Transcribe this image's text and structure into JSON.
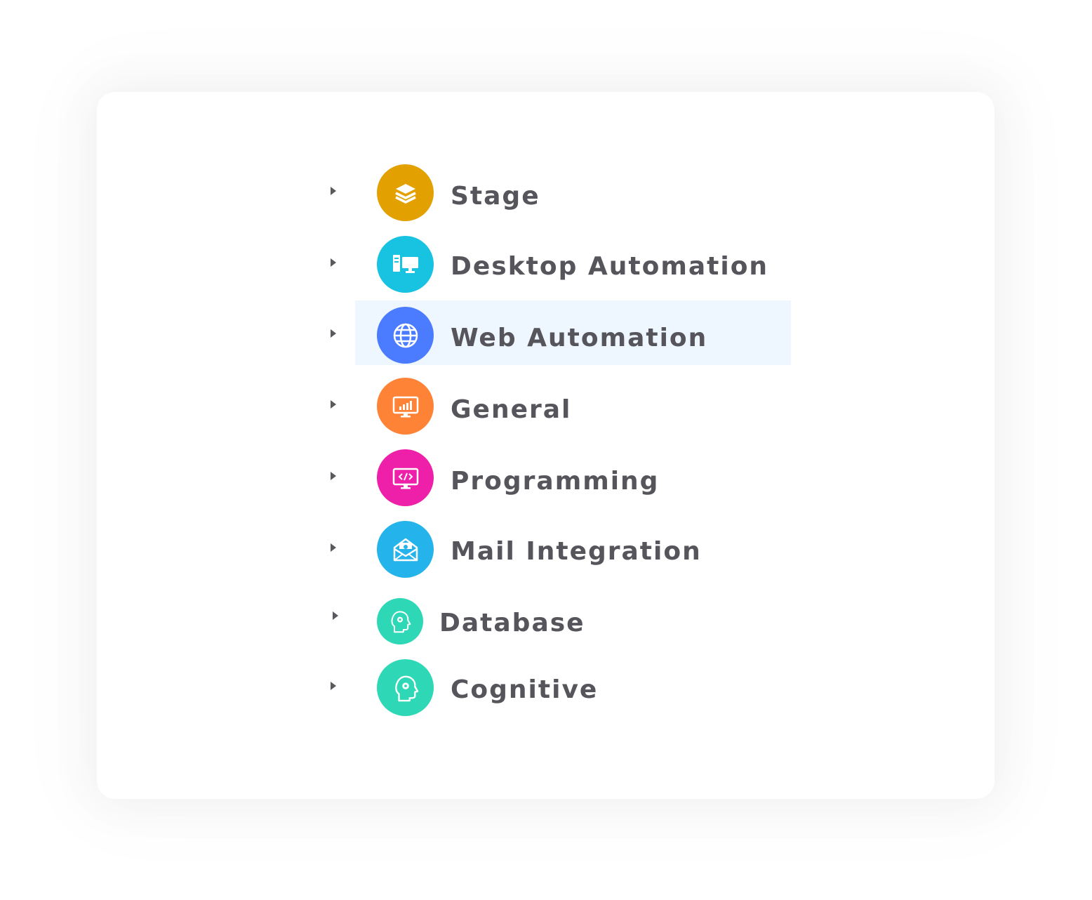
{
  "tree": {
    "items": [
      {
        "label": "Stage",
        "icon": "layers-icon",
        "color": "#E2A100",
        "selected": false
      },
      {
        "label": "Desktop Automation",
        "icon": "desktop-computer-icon",
        "color": "#17C3E0",
        "selected": false
      },
      {
        "label": "Web Automation",
        "icon": "globe-icon",
        "color": "#4B7BFF",
        "selected": true
      },
      {
        "label": "General",
        "icon": "monitor-chart-icon",
        "color": "#FF8337",
        "selected": false
      },
      {
        "label": "Programming",
        "icon": "monitor-code-icon",
        "color": "#EE1FA8",
        "selected": false
      },
      {
        "label": "Mail Integration",
        "icon": "open-envelope-icon",
        "color": "#24B3EB",
        "selected": false
      },
      {
        "label": "Database",
        "icon": "head-gear-icon",
        "color": "#2ED8B6",
        "selected": false
      },
      {
        "label": "Cognitive",
        "icon": "head-gear-icon",
        "color": "#2ED8B6",
        "selected": false
      }
    ],
    "highlight_color": "#EEF6FF",
    "text_color": "#55555B"
  }
}
